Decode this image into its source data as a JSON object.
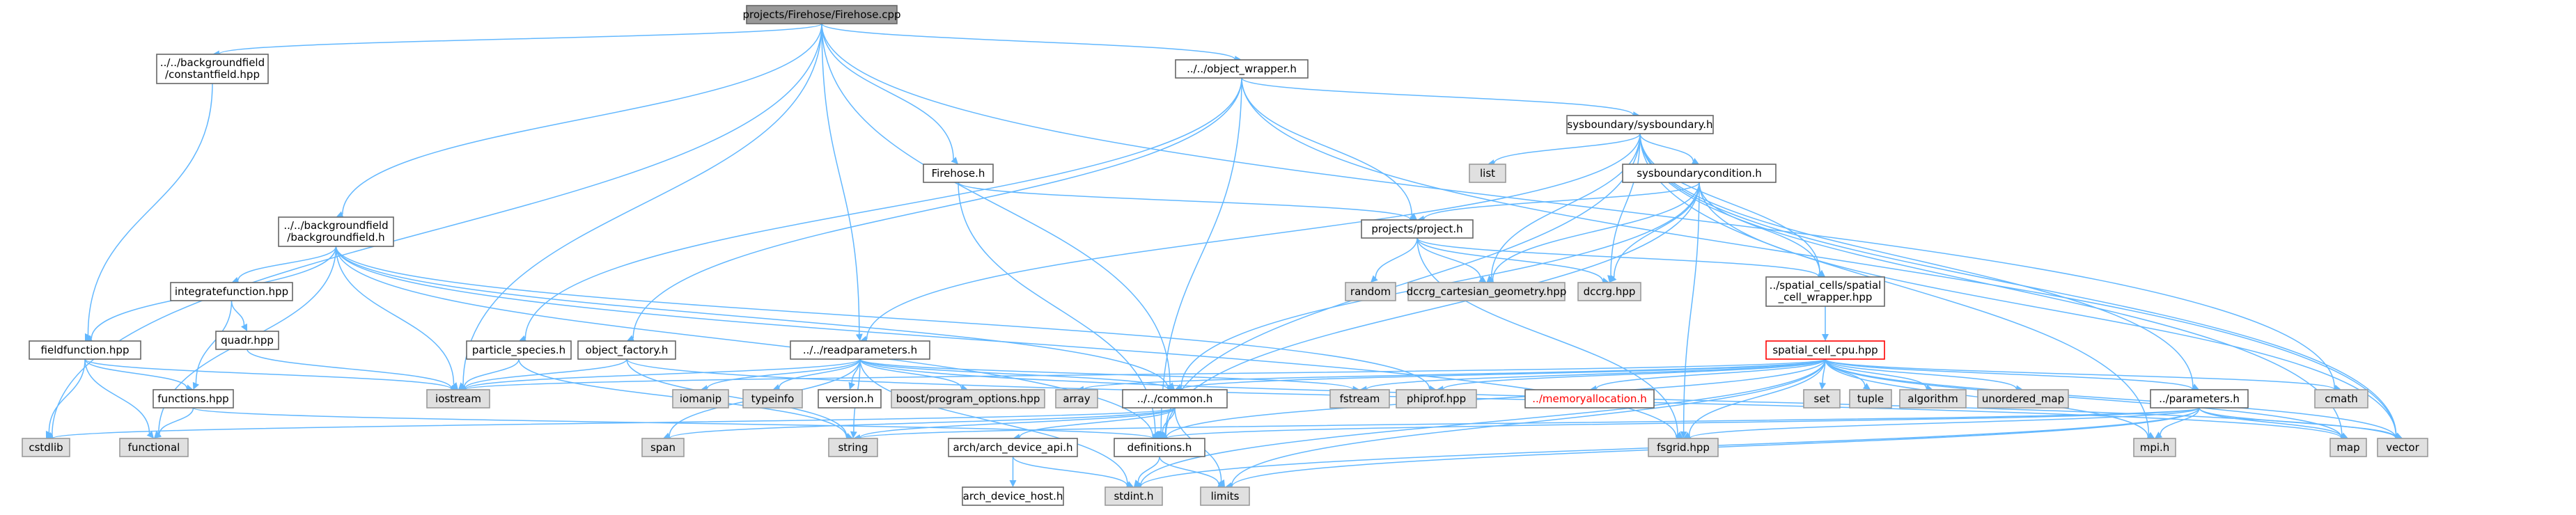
{
  "nodes": {
    "firehose_cpp": "projects/Firehose/Firehose.cpp",
    "constantfield": [
      "../../backgroundfield",
      "/constantfield.hpp"
    ],
    "object_wrapper": "../../object_wrapper.h",
    "sysboundary": "sysboundary/sysboundary.h",
    "list": "list",
    "sysboundarycondition": "sysboundarycondition.h",
    "firehose_h": "Firehose.h",
    "project": "projects/project.h",
    "backgroundfield": [
      "../../backgroundfield",
      "/backgroundfield.h"
    ],
    "integratefunction": "integratefunction.hpp",
    "random": "random",
    "dccrg_cartesian": "dccrg_cartesian_geometry.hpp",
    "dccrg": "dccrg.hpp",
    "spatial_cell_wrapper": [
      "../spatial_cells/spatial",
      "_cell_wrapper.hpp"
    ],
    "quadr": "quadr.hpp",
    "fieldfunction": "fieldfunction.hpp",
    "particle_species": "particle_species.h",
    "object_factory": "object_factory.h",
    "readparameters": "../../readparameters.h",
    "spatial_cell_cpu": "spatial_cell_cpu.hpp",
    "functions": "functions.hpp",
    "iostream": "iostream",
    "iomanip": "iomanip",
    "typeinfo": "typeinfo",
    "version": "version.h",
    "boost_po": "boost/program_options.hpp",
    "array": "array",
    "fstream": "fstream",
    "phiprof": "phiprof.hpp",
    "memoryallocation": "../memoryallocation.h",
    "set": "set",
    "tuple": "tuple",
    "algorithm": "algorithm",
    "unordered_map": "unordered_map",
    "cmath": "cmath",
    "common": "../../common.h",
    "parameters": "../parameters.h",
    "cstdlib": "cstdlib",
    "functional": "functional",
    "span": "span",
    "string": "string",
    "arch_device_api": "arch/arch_device_api.h",
    "definitions": "definitions.h",
    "fsgrid": "fsgrid.hpp",
    "mpi": "mpi.h",
    "map": "map",
    "vector": "vector",
    "arch_device_host": "arch_device_host.h",
    "stdint": "stdint.h",
    "limits": "limits"
  },
  "colors": {
    "edge": "#63b8ff",
    "external_fill": "#e0e0e0",
    "root_fill": "#999999",
    "highlight_border": "#ff0000"
  }
}
